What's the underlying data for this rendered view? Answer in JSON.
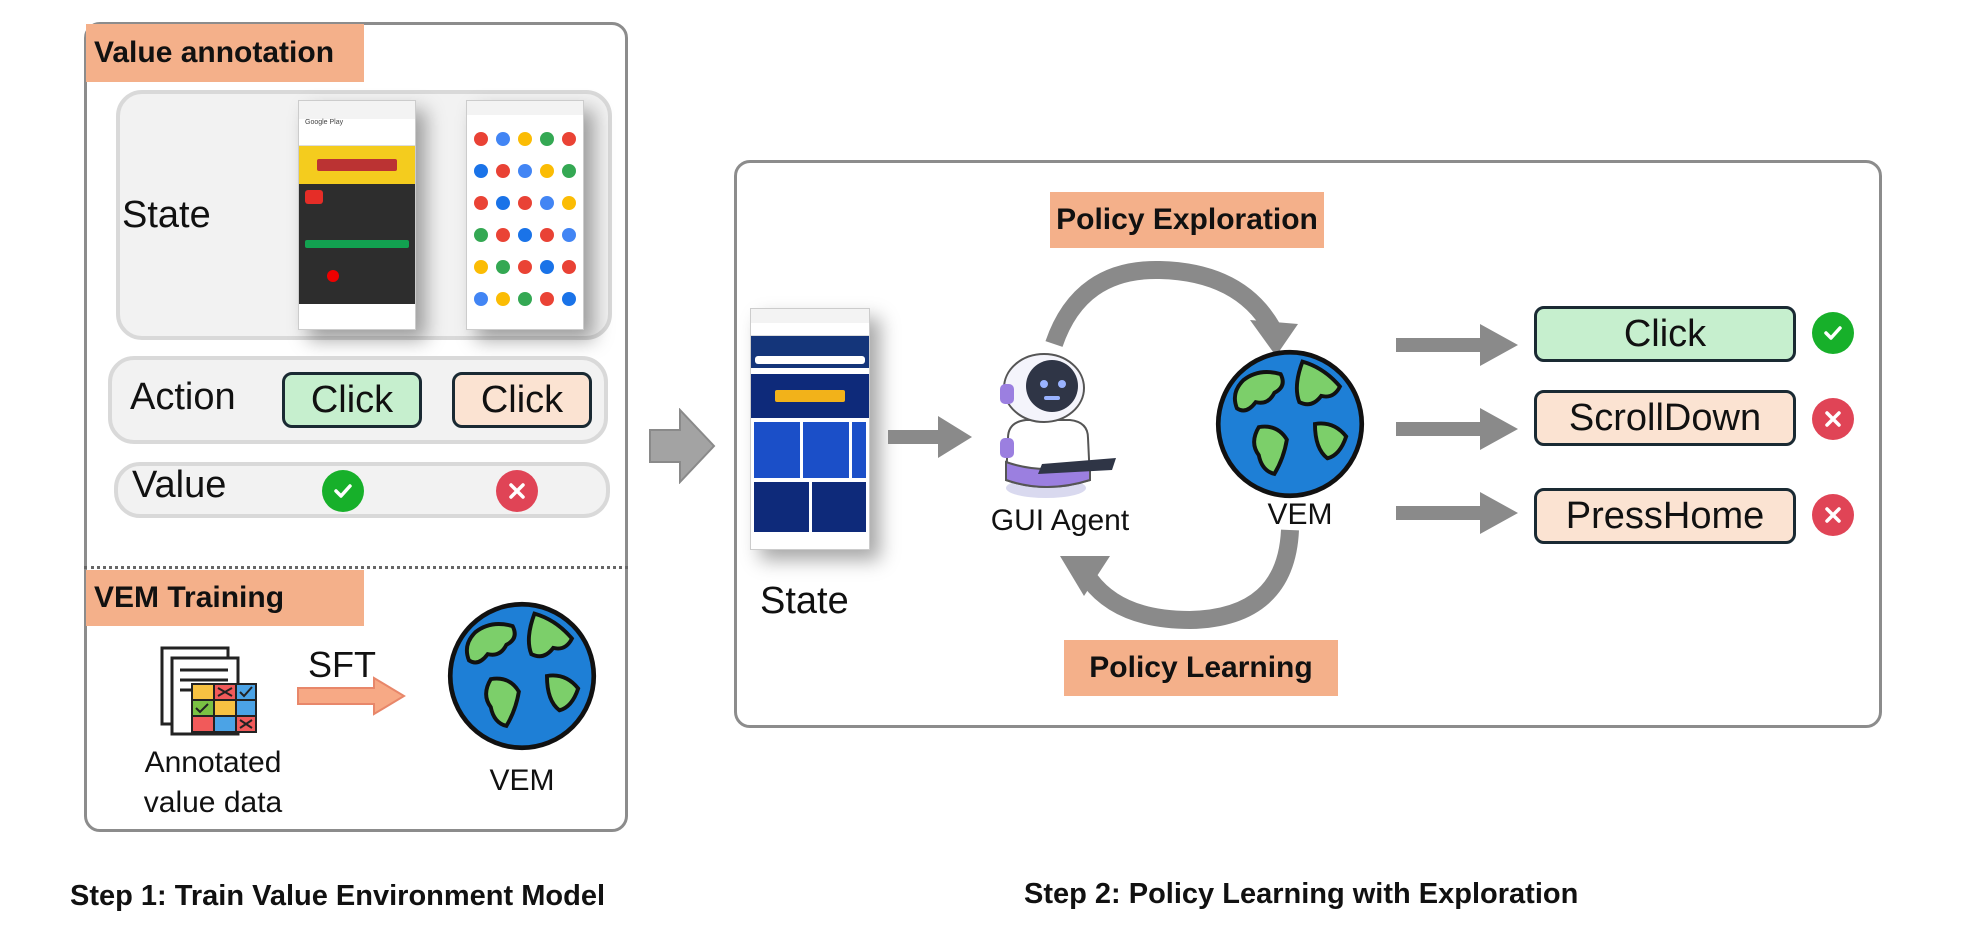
{
  "step1": {
    "value_annotation_label": "Value annotation",
    "state_label": "State",
    "action_label": "Action",
    "action1": "Click",
    "action2": "Click",
    "value_label": "Value",
    "vem_training_label": "VEM Training",
    "sft_label": "SFT",
    "annotated_caption_line1": "Annotated",
    "annotated_caption_line2": "value data",
    "vem_caption": "VEM",
    "step_caption": "Step 1: Train Value Environment Model"
  },
  "step2": {
    "policy_exploration_label": "Policy Exploration",
    "policy_learning_label": "Policy Learning",
    "state_label": "State",
    "agent_caption": "GUI Agent",
    "vem_caption": "VEM",
    "outputs": [
      {
        "label": "Click",
        "result": "correct"
      },
      {
        "label": "ScrollDown",
        "result": "wrong"
      },
      {
        "label": "PressHome",
        "result": "wrong"
      }
    ],
    "step_caption": "Step 2: Policy Learning with Exploration"
  },
  "colors": {
    "tag_orange": "#f4b08a",
    "pill_green": "#c6efce",
    "pill_peach": "#fbe3d2",
    "check_green": "#17b02a",
    "cross_red": "#e04456",
    "arrow_gray": "#8a8a8a"
  }
}
